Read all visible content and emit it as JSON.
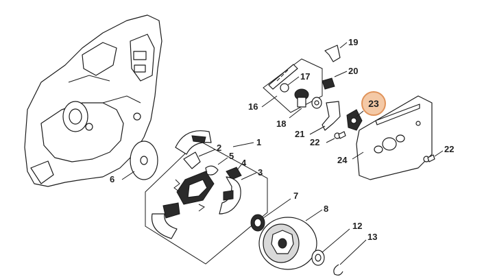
{
  "callouts": {
    "c1": "1",
    "c2": "2",
    "c3": "3",
    "c4": "4",
    "c5": "5",
    "c6": "6",
    "c7": "7",
    "c8": "8",
    "c12": "12",
    "c13": "13",
    "c16": "16",
    "c17": "17",
    "c18": "18",
    "c19": "19",
    "c20": "20",
    "c21": "21",
    "c22a": "22",
    "c22b": "22",
    "c23": "23",
    "c24": "24"
  },
  "highlight": {
    "part": "23",
    "color": "#f4c9a6",
    "border": "#e0935a"
  }
}
